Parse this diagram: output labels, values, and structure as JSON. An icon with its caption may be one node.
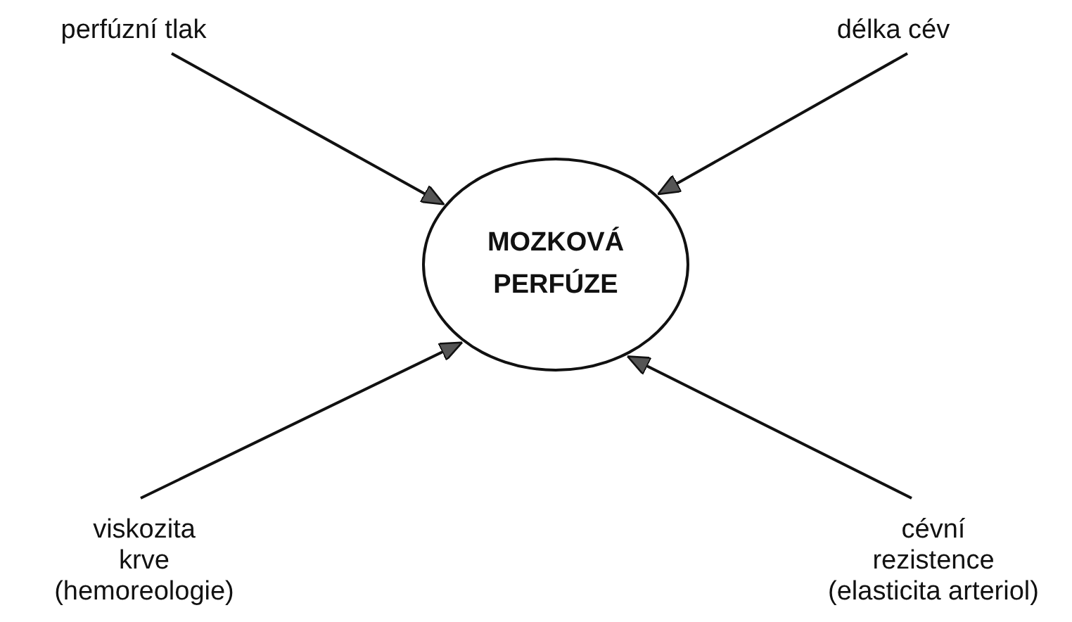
{
  "diagram": {
    "nodes": [
      {
        "text": [
          "MOZKOVÁ PERFÚZE"
        ]
      },
      {
        "text": [
          "perfúzní tlak"
        ]
      },
      {
        "text": [
          "délka cév"
        ]
      },
      {
        "text": [
          "viskozita krve",
          "(hemoreologie)"
        ]
      },
      {
        "text": [
          "cévní rezistence",
          "(elasticita arteriol)"
        ]
      }
    ],
    "edges": [
      {
        "from": 1,
        "to": 0,
        "arrow": "to"
      },
      {
        "from": 2,
        "to": 0,
        "arrow": "to"
      },
      {
        "from": 3,
        "to": 0,
        "arrow": "to"
      },
      {
        "from": 4,
        "to": 0,
        "arrow": "to"
      }
    ]
  }
}
